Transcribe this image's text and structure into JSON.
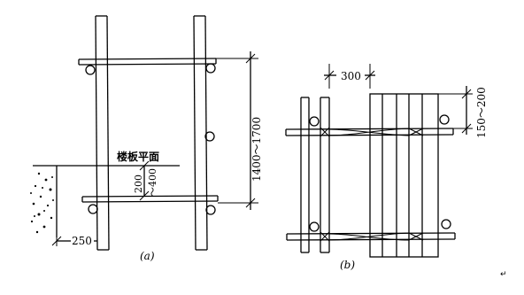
{
  "figure_a": {
    "caption": "(a)",
    "floor_label": "楼板平面",
    "dim_height": "1400～1700",
    "dim_gap": "200",
    "dim_gap2": "～400",
    "dim_wall": "250"
  },
  "figure_b": {
    "caption": "(b)",
    "dim_spacing": "300",
    "dim_overhang": "150～200"
  },
  "corner_mark": "↵"
}
